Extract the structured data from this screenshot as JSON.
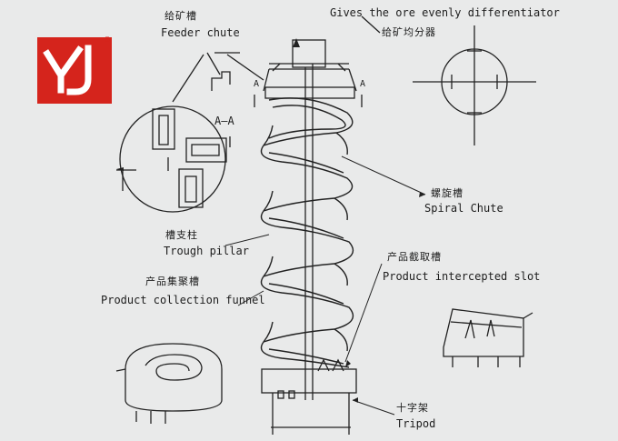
{
  "labels": {
    "feeder_cn": "给矿槽",
    "feeder_en": "Feeder chute",
    "distributor_en": "Gives the ore evenly differentiator",
    "distributor_cn": "给矿均分器",
    "section_a_left": "A",
    "section_a_right": "A",
    "section_aa": "A—A",
    "spiral_cn": "螺旋槽",
    "spiral_en": "Spiral Chute",
    "trough_cn": "槽支柱",
    "trough_en": "Trough pillar",
    "intercept_cn": "产品截取槽",
    "intercept_en": "Product intercepted slot",
    "funnel_cn": "产品集聚槽",
    "funnel_en": "Product collection funnel",
    "tripod_cn": "十字架",
    "tripod_en": "Tripod"
  },
  "logo": {
    "registered_mark": "®",
    "color": "#d5241c"
  }
}
